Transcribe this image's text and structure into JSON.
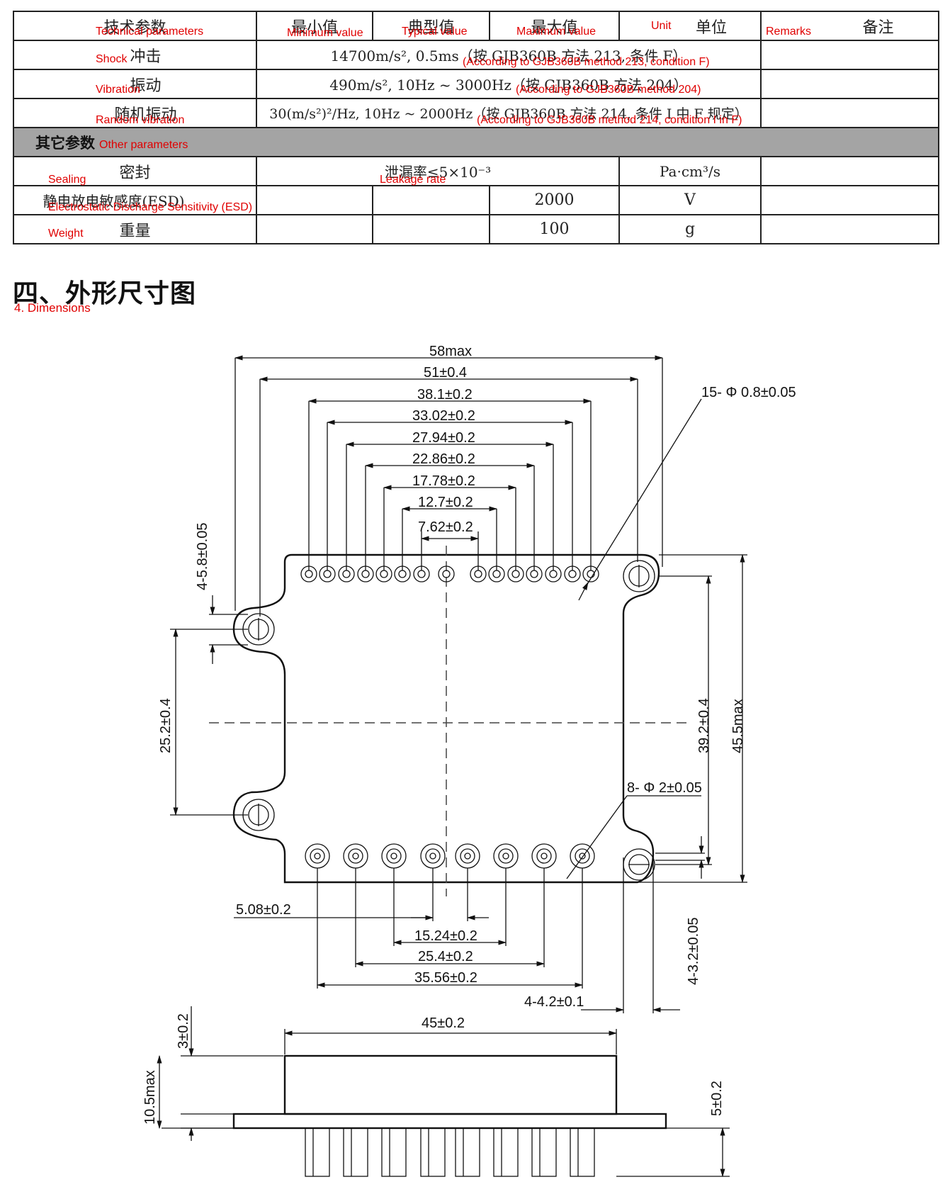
{
  "table": {
    "header": {
      "param": {
        "zh": "技术参数",
        "en": "Technical parameters"
      },
      "min": {
        "zh": "最小值",
        "en": "Minimum value"
      },
      "typ": {
        "zh": "典型值",
        "en": "Typical value"
      },
      "max": {
        "zh": "最大值",
        "en": "Maximum value"
      },
      "unit": {
        "zh": "单位",
        "en": "Unit"
      },
      "remarks": {
        "zh": "备注",
        "en": "Remarks"
      }
    },
    "rows": [
      {
        "zh": "冲击",
        "en": "Shock",
        "value": "14700m/s², 0.5ms（按 GJB360B 方法 213, 条件 F）",
        "value_en": "(According to GJB360B method 213, condition F)"
      },
      {
        "zh": "振动",
        "en": "Vibration",
        "value": "490m/s², 10Hz ~ 3000Hz（按 GJB360B 方法 204）",
        "value_en": "(According to GJB360B method 204)"
      },
      {
        "zh": "随机振动",
        "en": "Random vibration",
        "value": "30(m/s²)²/Hz, 10Hz ~ 2000Hz（按 GJB360B 方法 214, 条件 I 中 F 规定）",
        "value_en": "(According to GJB360B method 214, condition I in F)"
      }
    ],
    "section": {
      "zh": "其它参数",
      "en": "Other parameters"
    },
    "sealing": {
      "zh": "密封",
      "en": "Sealing",
      "value": "泄漏率≤5×10⁻³",
      "value_en": "Leakage rate",
      "unit": "Pa·cm³/s"
    },
    "esd": {
      "zh": "静电放电敏感度(ESD)",
      "en": "Electrostatic Discharge Sensitivity (ESD)",
      "max": "2000",
      "unit": "V"
    },
    "weight": {
      "zh": "重量",
      "en": "Weight",
      "max": "100",
      "unit": "g"
    }
  },
  "dimensions": {
    "heading": "四、外形尺寸图",
    "heading_en": "4. Dimensions",
    "labels": {
      "w58": "58max",
      "w51": "51±0.4",
      "w381": "38.1±0.2",
      "w3302": "33.02±0.2",
      "w2794": "27.94±0.2",
      "w2286": "22.86±0.2",
      "w1778": "17.78±0.2",
      "w127": "12.7±0.2",
      "w762": "7.62±0.2",
      "pin15": "15- Φ 0.8±0.05",
      "ear58": "4-5.8±0.05",
      "h252": "25.2±0.4",
      "h392": "39.2±0.4",
      "h455": "45.5max",
      "pin8": "8- Φ 2±0.05",
      "w508": "5.08±0.2",
      "w1524": "15.24±0.2",
      "w254": "25.4±0.2",
      "w3556": "35.56±0.2",
      "ear32": "4-3.2±0.05",
      "hole42": "4-4.2±0.1",
      "w45": "45±0.2",
      "h3": "3±0.2",
      "h105": "10.5max",
      "h5": "5±0.2"
    }
  }
}
